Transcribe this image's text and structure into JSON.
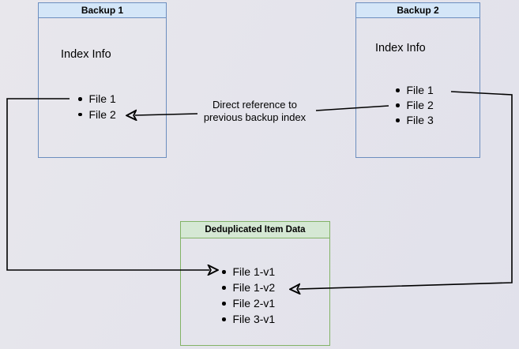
{
  "colors": {
    "blue_fill": "#d4e6f8",
    "blue_border": "#6c8ebf",
    "green_fill": "#d5e8d4",
    "green_border": "#82b366",
    "arrow": "#000000",
    "canvas_from": "#e8e7ec",
    "canvas_to": "#e1e1eb"
  },
  "boxes": {
    "backup1": {
      "title": "Backup 1",
      "subtitle": "Index Info",
      "items": [
        "File 1",
        "File 2"
      ]
    },
    "backup2": {
      "title": "Backup 2",
      "subtitle": "Index Info",
      "items": [
        "File 1",
        "File 2",
        "File 3"
      ]
    },
    "dedup": {
      "title": "Deduplicated Item Data",
      "items": [
        "File 1-v1",
        "File 1-v2",
        "File 2-v1",
        "File 3-v1"
      ]
    }
  },
  "edge_label": {
    "line1": "Direct reference to",
    "line2": "previous backup index"
  }
}
